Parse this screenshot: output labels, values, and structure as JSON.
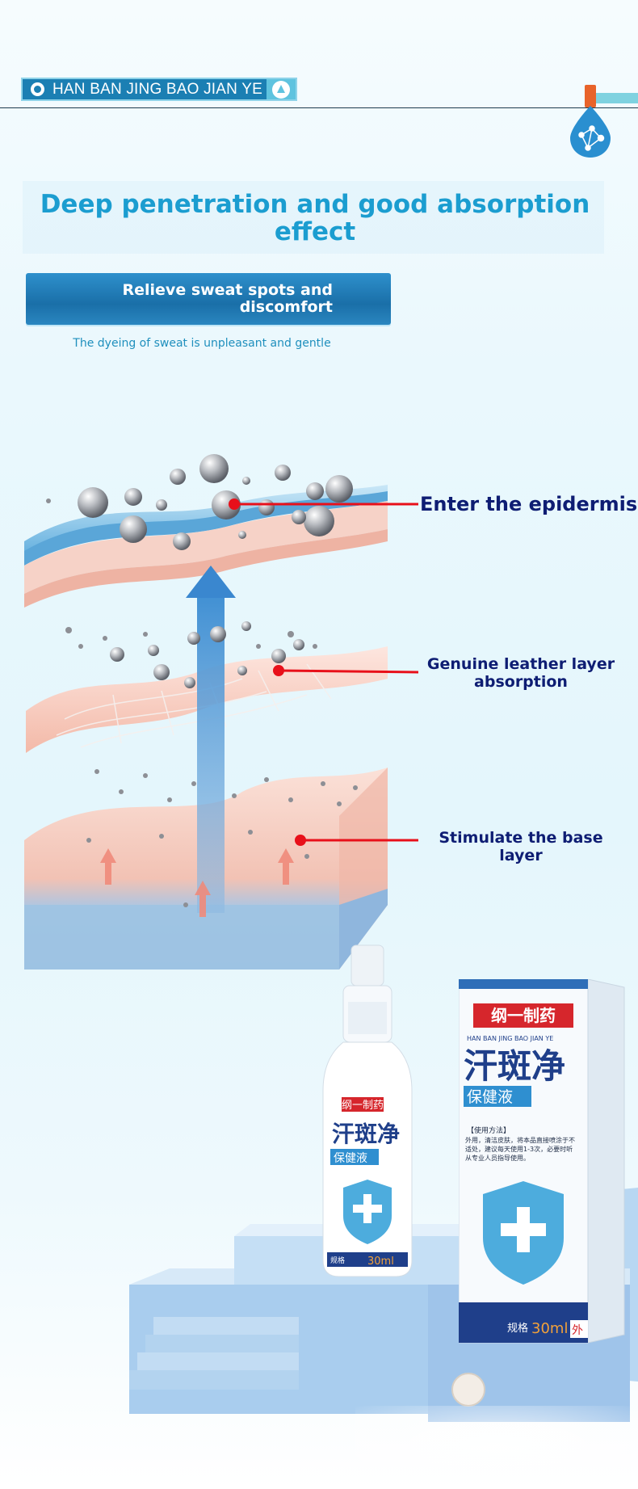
{
  "header": {
    "brand": "HAN BAN JING BAO JIAN YE",
    "brand_icon": "badge-icon",
    "end_icon": "triangle-logo-icon",
    "drop_icon": "water-drop-network-icon"
  },
  "hero": {
    "title": "Deep penetration and good absorption effect",
    "subtitle": "Relieve sweat spots and discomfort",
    "tagline": "The dyeing of sweat is unpleasant and gentle"
  },
  "layers": [
    {
      "label": "Enter the epidermis"
    },
    {
      "label": "Genuine leather layer absorption"
    },
    {
      "label": "Stimulate the base layer"
    }
  ],
  "product": {
    "company": "纲一制药",
    "name": "汗斑净",
    "type": "保健液",
    "brand_small": "HAN BAN JING BAO JIAN YE",
    "usage_title": "【使用方法】",
    "usage_text": "外用，清洁皮肤，将本品直接喷涂于不适处，建议每天使用1-3次，必要时听从专业人员指导使用。",
    "spec_label": "规格",
    "volume": "30ml",
    "external_mark": "外",
    "bottle_spec": "规格",
    "bottle_volume": "30ml"
  },
  "colors": {
    "accent": "#1b9dd0",
    "banner": "#1b7fb3",
    "callout_text": "#0e1d73",
    "pointer": "#e8101a",
    "product_red": "#d6262c",
    "product_navy": "#1f3f8a"
  }
}
